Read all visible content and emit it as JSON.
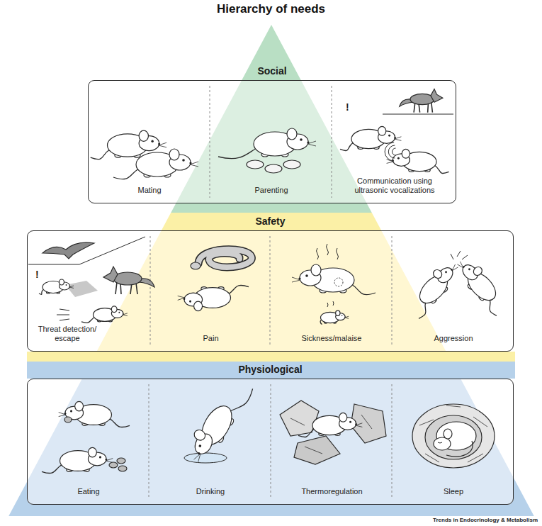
{
  "diagram": {
    "title": "Hierarchy of needs",
    "nodes": [
      {
        "text": [
          "Social"
        ]
      },
      {
        "text": [
          "Mating"
        ],
        "in": 0
      },
      {
        "text": [
          "Parenting"
        ],
        "in": 0
      },
      {
        "text": [
          "Communication using ultrasonic vocalizations"
        ],
        "in": 0
      },
      {
        "text": [
          "Safety"
        ]
      },
      {
        "text": [
          "Threat detection/ escape"
        ],
        "in": 4
      },
      {
        "text": [
          "Pain"
        ],
        "in": 4
      },
      {
        "text": [
          "Sickness/malaise"
        ],
        "in": 4
      },
      {
        "text": [
          "Aggression"
        ],
        "in": 4
      },
      {
        "text": [
          "Physiological"
        ]
      },
      {
        "text": [
          "Eating"
        ],
        "in": 9
      },
      {
        "text": [
          "Drinking"
        ],
        "in": 9
      },
      {
        "text": [
          "Thermoregulation"
        ],
        "in": 9
      },
      {
        "text": [
          "Sleep"
        ],
        "in": 9
      }
    ],
    "labels": [
      "Trends in Endocrinology & Metabolism",
      "!",
      "!"
    ]
  }
}
